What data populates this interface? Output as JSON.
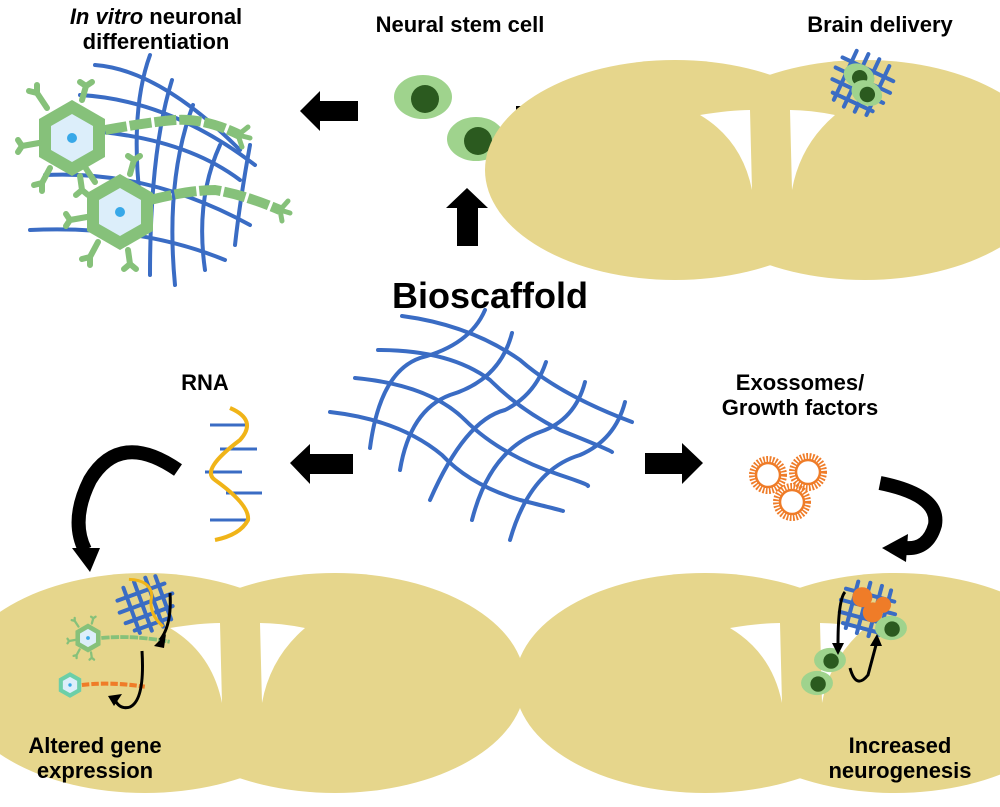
{
  "title": "Bioscaffold applications",
  "center": {
    "label": "Bioscaffold"
  },
  "branches": {
    "in_vitro": {
      "label_italic": "In vitro",
      "label_rest": " neuronal",
      "label_line2": "differentiation"
    },
    "stem_cell": {
      "label": "Neural stem cell"
    },
    "brain_delivery": {
      "label": "Brain delivery"
    },
    "rna": {
      "label": "RNA"
    },
    "exosomes": {
      "label_line1": "Exossomes/",
      "label_line2": "Growth factors"
    },
    "gene_expression": {
      "label_line1": "Altered gene",
      "label_line2": "expression"
    },
    "neurogenesis": {
      "label_line1": "Increased",
      "label_line2": "neurogenesis"
    }
  },
  "colors": {
    "scaffold": "#3a6cc4",
    "brain": "#e6d68c",
    "cell_outer": "#9fd38d",
    "cell_nucleus": "#2b5a1f",
    "neuron": "#86c17a",
    "neuron_core": "#dceefa",
    "neuron_dot": "#38a8e8",
    "rna_strand": "#f0b418",
    "exosome": "#ef7c28",
    "arrow": "#000000"
  }
}
